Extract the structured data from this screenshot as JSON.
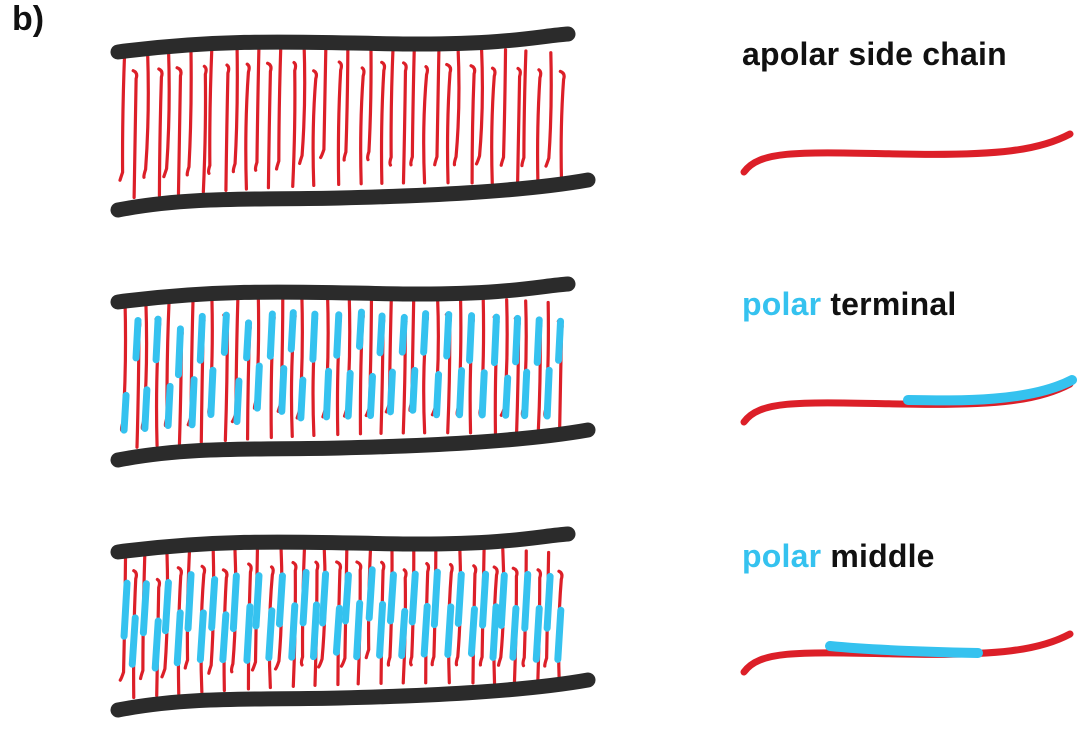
{
  "panel_label": "b)",
  "colors": {
    "backbone": "#2b2b2b",
    "apolar": "#dc1f28",
    "polar": "#35c2ef",
    "text": "#111111"
  },
  "legend": [
    {
      "style": "apolar",
      "text_polar": "",
      "text_rest": "apolar side chain"
    },
    {
      "style": "polar-terminal",
      "text_polar": "polar",
      "text_rest": "terminal"
    },
    {
      "style": "polar-middle",
      "text_polar": "polar",
      "text_rest": "middle"
    }
  ],
  "diagrams": [
    {
      "name": "bilayer-apolar",
      "polar_segment": "none"
    },
    {
      "name": "bilayer-polar-terminal",
      "polar_segment": "terminal"
    },
    {
      "name": "bilayer-polar-middle",
      "polar_segment": "middle"
    }
  ]
}
